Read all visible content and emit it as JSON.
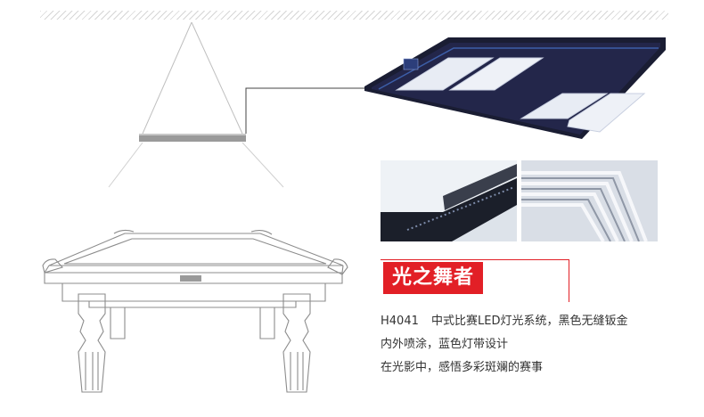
{
  "product": {
    "title": "光之舞者",
    "model": "H4041",
    "desc_line1": "中式比赛LED灯光系统，黑色无缝钣金",
    "desc_line2": "内外喷涂，蓝色灯带设计",
    "desc_line3": "在光影中，感悟多彩斑斓的赛事"
  },
  "colors": {
    "accent": "#e21f26",
    "frame": "#1a1d33",
    "text": "#333333"
  }
}
